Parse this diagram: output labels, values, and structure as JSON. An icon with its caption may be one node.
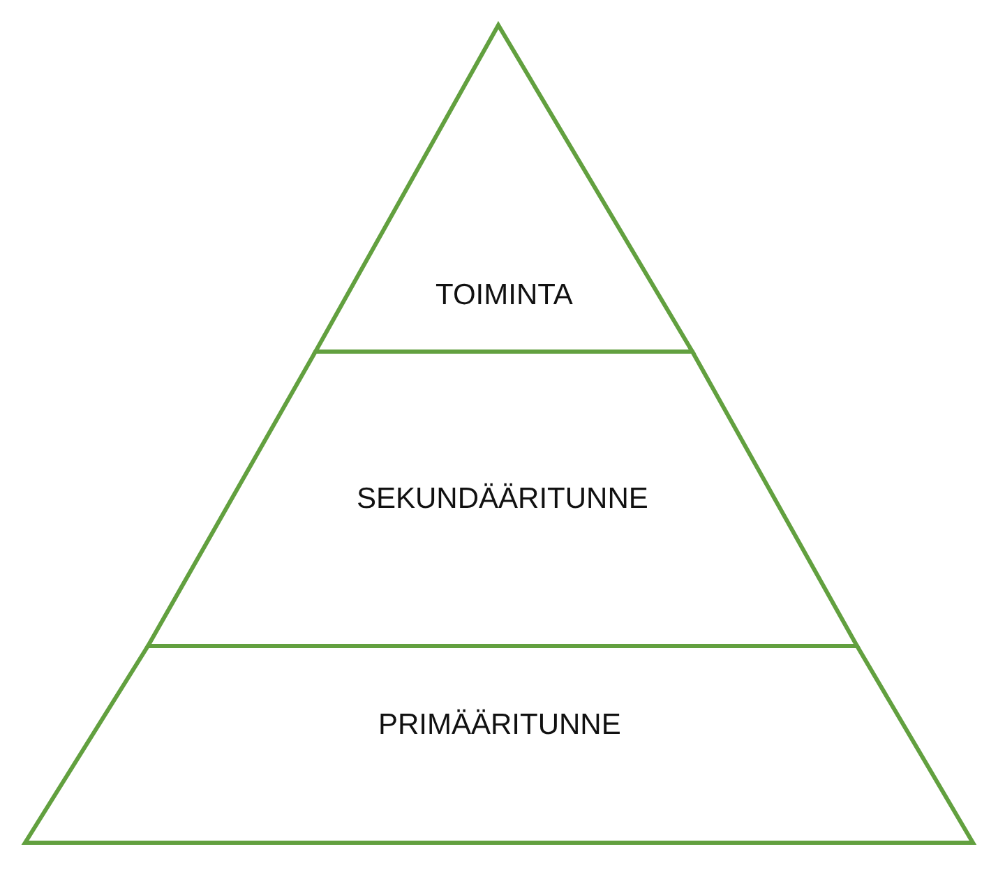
{
  "diagram": {
    "nodes": [
      {
        "text": [
          "TOIMINTA"
        ]
      },
      {
        "text": [
          "SEKUNDÄÄRITUNNE"
        ]
      },
      {
        "text": [
          "PRIMÄÄRITUNNE"
        ]
      }
    ]
  }
}
